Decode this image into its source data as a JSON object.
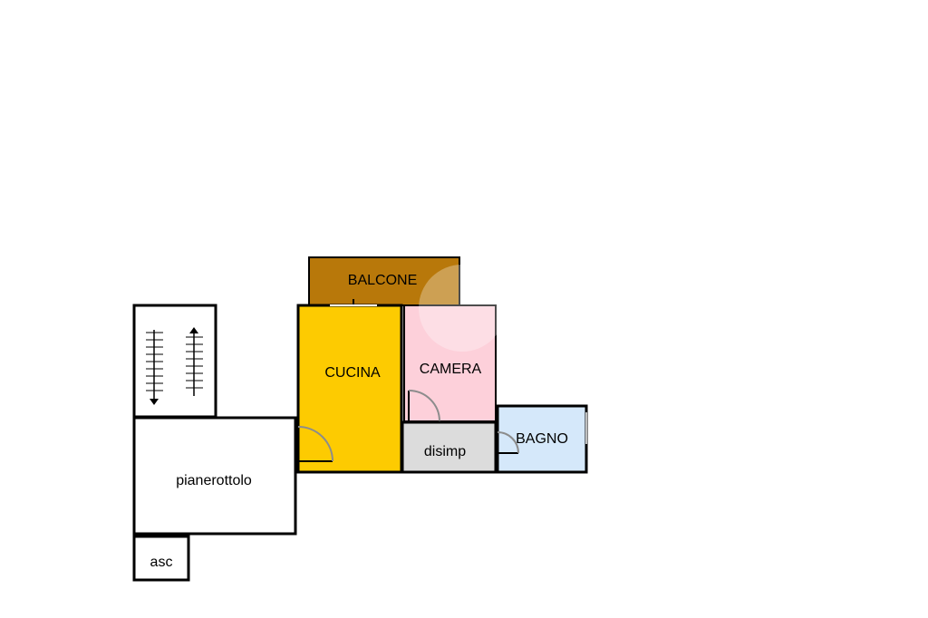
{
  "floor_plan": {
    "rooms": [
      {
        "id": "balcone",
        "label": "BALCONE",
        "color": "#b8780a"
      },
      {
        "id": "cucina",
        "label": "CUCINA",
        "color": "#fdcb01"
      },
      {
        "id": "camera",
        "label": "CAMERA",
        "color": "#fdd0da"
      },
      {
        "id": "disimp",
        "label": "disimp",
        "color": "#dcdcdc"
      },
      {
        "id": "bagno",
        "label": "BAGNO",
        "color": "#d5e8fa"
      },
      {
        "id": "pianerottolo",
        "label": "pianerottolo",
        "color": "#ffffff"
      },
      {
        "id": "asc",
        "label": "asc",
        "color": "#ffffff"
      }
    ],
    "stair_icons": [
      "stairs-down-arrow-icon",
      "stairs-up-arrow-icon"
    ],
    "wall_color": "#000000",
    "door_arc_color": "#8c8c8c"
  }
}
